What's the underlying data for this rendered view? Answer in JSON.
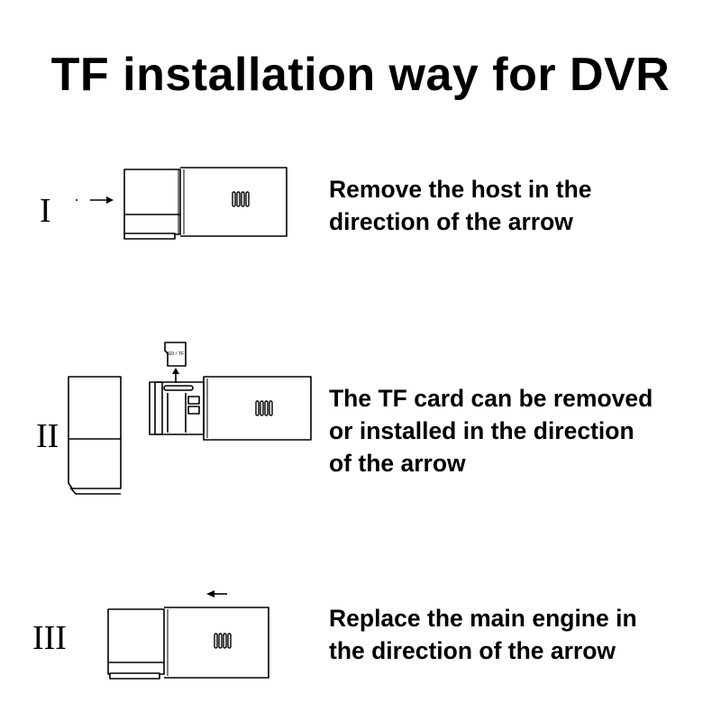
{
  "title": "TF installation way for DVR",
  "steps": [
    {
      "numeral": "I",
      "lines": [
        "Remove the host in the",
        "direction of the arrow"
      ]
    },
    {
      "numeral": "II",
      "lines": [
        "The TF card can be removed",
        "or installed in the direction",
        "of the arrow"
      ],
      "card_label": "SD / TF"
    },
    {
      "numeral": "III",
      "lines": [
        "Replace the main engine in",
        "the direction of the arrow"
      ]
    }
  ],
  "colors": {
    "ink": "#000000",
    "background": "#ffffff",
    "shade": "#e6e6e6"
  }
}
